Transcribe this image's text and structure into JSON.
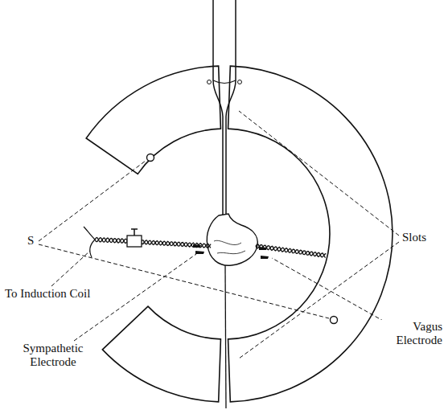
{
  "diagram": {
    "labels": [
      "S",
      "To Induction Coil",
      "Sympathetic Electrode",
      "Slots",
      "Vagus Electrode"
    ]
  }
}
